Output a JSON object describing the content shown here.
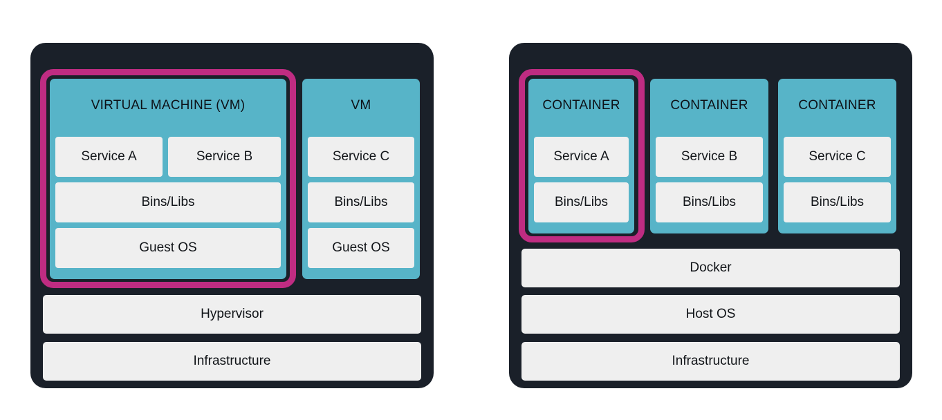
{
  "diagram": {
    "type": "architecture-comparison",
    "title_visible": false,
    "colors": {
      "panel_background": "#1a2029",
      "stack_teal": "#57b4c8",
      "row_grey": "#efefef",
      "highlight_magenta": "#bf2c82",
      "text": "#111418",
      "page_background": "#ffffff"
    }
  },
  "left_panel": {
    "name": "virtual-machine-architecture",
    "stacks": [
      {
        "header": "VIRTUAL MACHINE (VM)",
        "highlighted": true,
        "services": [
          "Service A",
          "Service B"
        ],
        "layers": [
          "Bins/Libs",
          "Guest OS"
        ]
      },
      {
        "header": "VM",
        "highlighted": false,
        "services": [
          "Service C"
        ],
        "layers": [
          "Bins/Libs",
          "Guest OS"
        ]
      }
    ],
    "base_layers": [
      "Hypervisor",
      "Infrastructure"
    ]
  },
  "right_panel": {
    "name": "container-architecture",
    "stacks": [
      {
        "header": "CONTAINER",
        "highlighted": true,
        "services": [
          "Service A"
        ],
        "layers": [
          "Bins/Libs"
        ]
      },
      {
        "header": "CONTAINER",
        "highlighted": false,
        "services": [
          "Service B"
        ],
        "layers": [
          "Bins/Libs"
        ]
      },
      {
        "header": "CONTAINER",
        "highlighted": false,
        "services": [
          "Service C"
        ],
        "layers": [
          "Bins/Libs"
        ]
      }
    ],
    "base_layers": [
      "Docker",
      "Host OS",
      "Infrastructure"
    ]
  }
}
